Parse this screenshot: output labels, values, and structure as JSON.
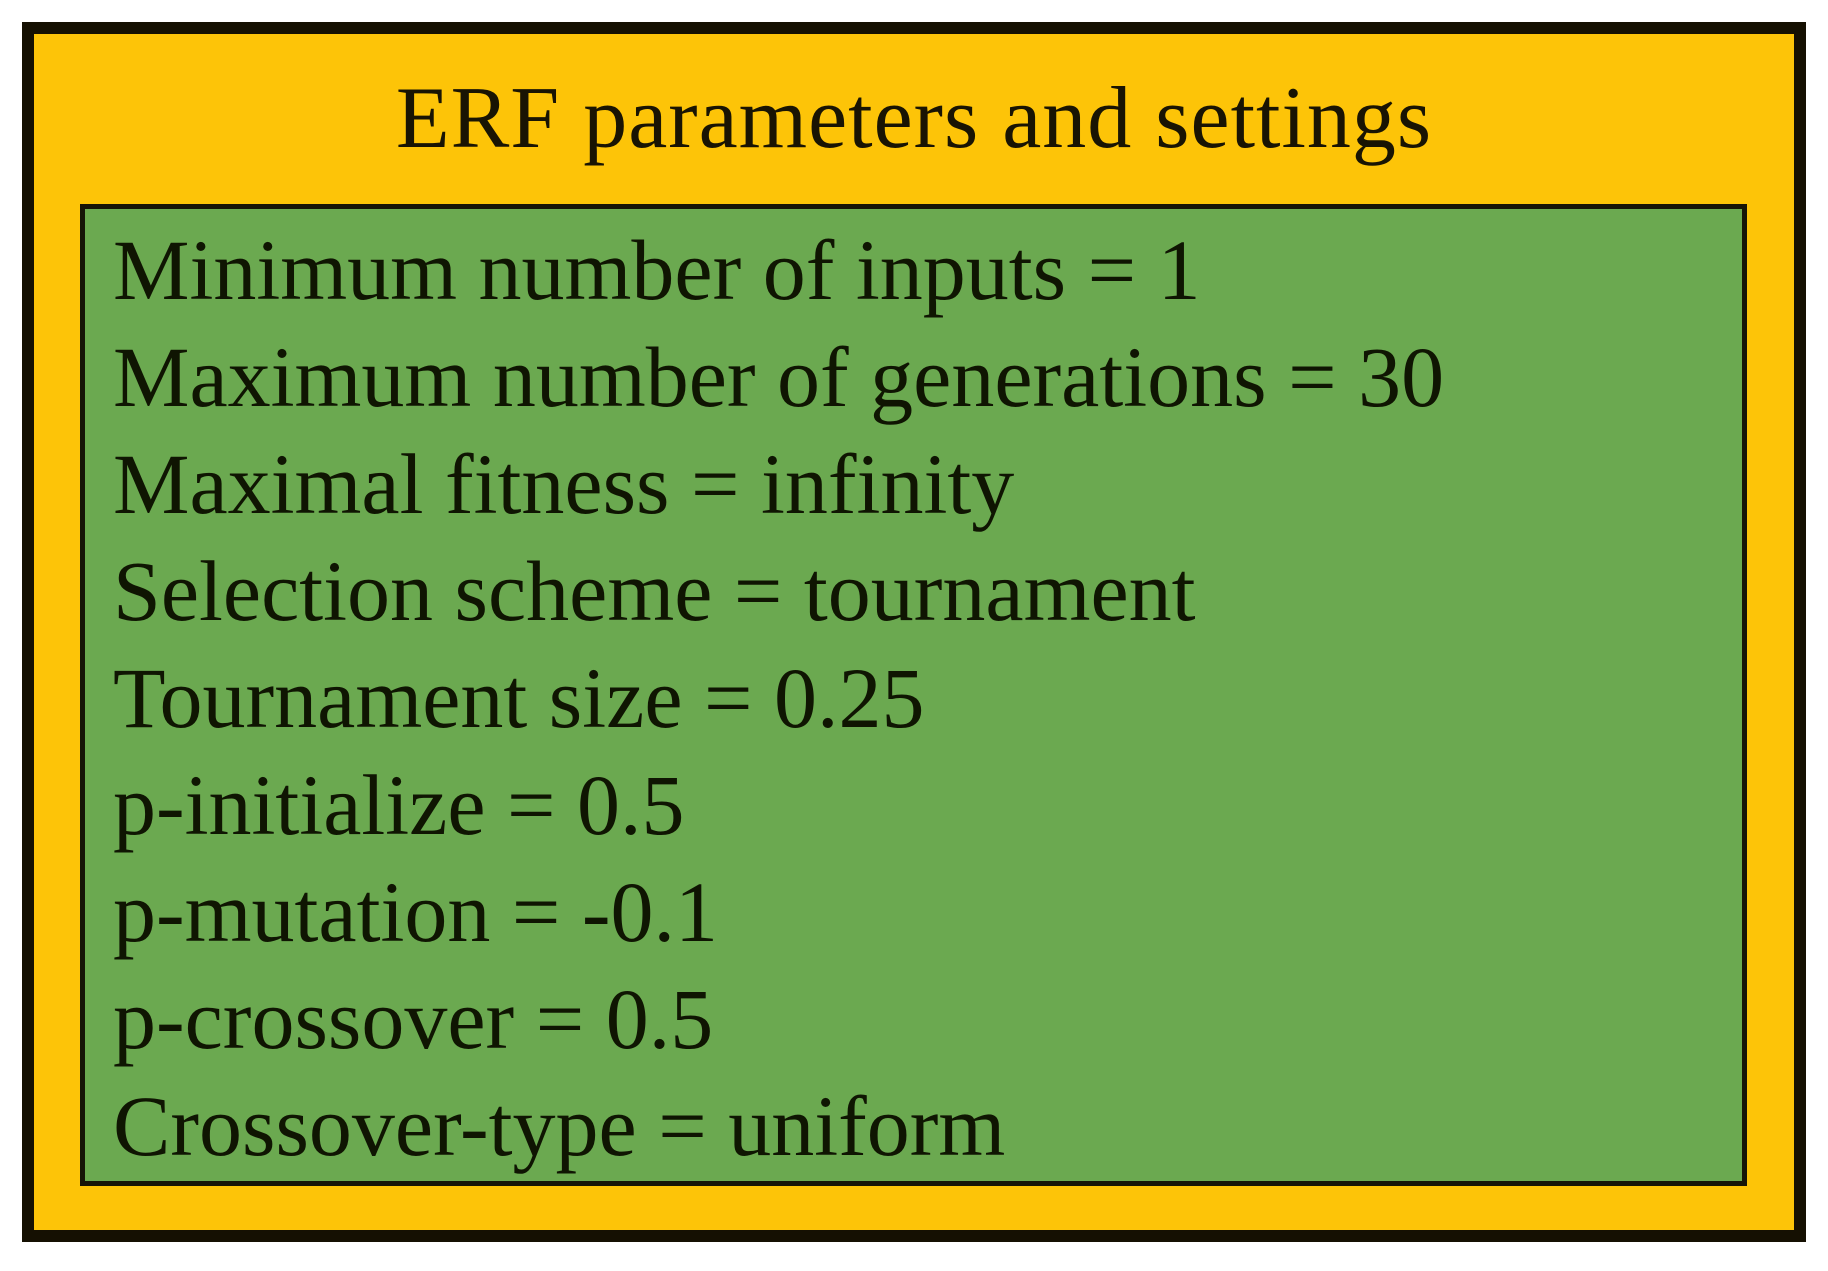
{
  "figure": {
    "title": "ERF parameters and settings",
    "parameters": [
      "Minimum number of inputs = 1",
      "Maximum number of generations = 30",
      "Maximal fitness = infinity",
      "Selection scheme = tournament",
      "Tournament size = 0.25",
      "p-initialize = 0.5",
      "p-mutation = -0.1",
      "p-crossover = 0.5",
      "Crossover-type = uniform"
    ],
    "colors": {
      "outer_background": "#fdc408",
      "panel_background": "#6ba950",
      "border": "#151002",
      "text": "#0f1502"
    }
  }
}
